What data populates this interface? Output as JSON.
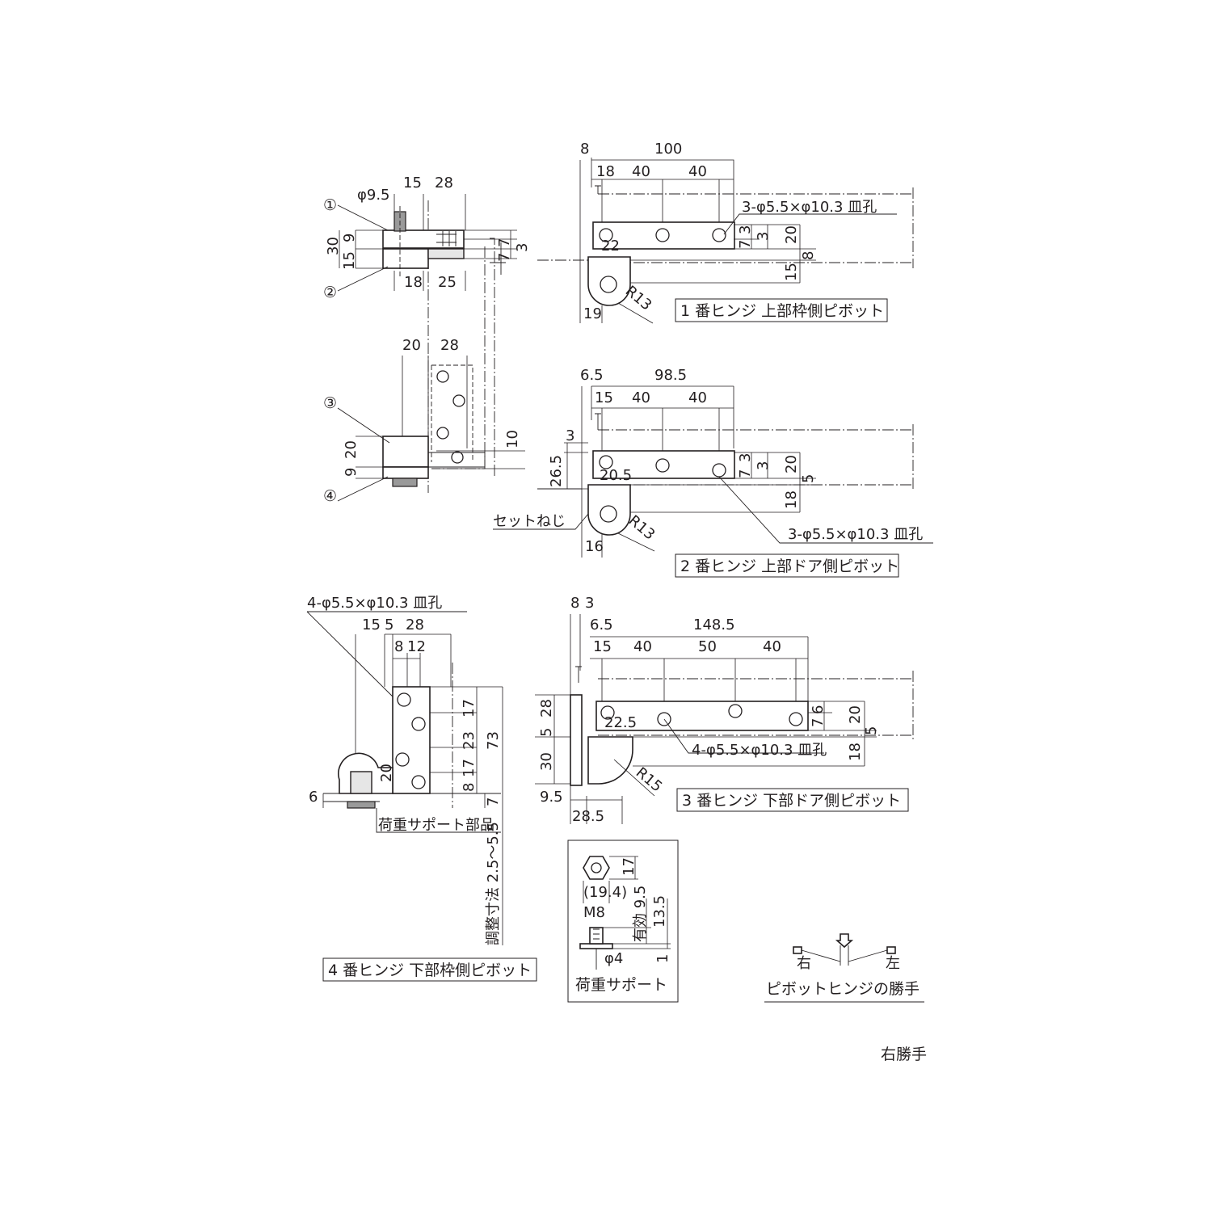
{
  "titles": {
    "hinge1": "1 番ヒンジ 上部枠側ピボット",
    "hinge2": "2 番ヒンジ 上部ドア側ピボット",
    "hinge3": "3 番ヒンジ 下部ドア側ピボット",
    "hinge4": "4 番ヒンジ 下部枠側ピボット",
    "support": "荷重サポート",
    "handing": "ピボットヒンジの勝手",
    "hand_note": "右勝手"
  },
  "markers": [
    "①",
    "②",
    "③",
    "④"
  ],
  "labels": {
    "holes3": "3-φ5.5×φ10.3 皿孔",
    "holes4": "4-φ5.5×φ10.3 皿孔",
    "set_screw": "セットねじ",
    "load_support_part": "荷重サポート部品",
    "adjust": "調整寸法 2.5〜5.5",
    "effective": "有効 9.5",
    "right": "右",
    "left": "左",
    "m8": "M8",
    "width_across": "(19.4)"
  },
  "dims": {
    "topleft": [
      "φ9.5",
      "15",
      "28",
      "30",
      "15",
      "9",
      "7",
      "7",
      "3",
      "18",
      "25"
    ],
    "midleft": [
      "20",
      "28",
      "20",
      "9",
      "10"
    ],
    "h1": [
      "8",
      "100",
      "18",
      "40",
      "40",
      "3",
      "7",
      "3",
      "20",
      "8",
      "22",
      "15",
      "19",
      "R13"
    ],
    "h2": [
      "6.5",
      "98.5",
      "15",
      "40",
      "40",
      "3",
      "26.5",
      "3",
      "7",
      "3",
      "20",
      "20.5",
      "5",
      "18",
      "16",
      "R13"
    ],
    "h4": [
      "15",
      "5",
      "28",
      "8",
      "12",
      "17",
      "23",
      "17",
      "8",
      "73",
      "20",
      "6",
      "7"
    ],
    "h3": [
      "8",
      "3",
      "6.5",
      "148.5",
      "15",
      "40",
      "50",
      "40",
      "28",
      "5",
      "30",
      "9.5",
      "28.5",
      "22.5",
      "7",
      "6",
      "20",
      "5",
      "18",
      "R15"
    ],
    "support": [
      "17",
      "13.5",
      "φ4",
      "1"
    ]
  }
}
